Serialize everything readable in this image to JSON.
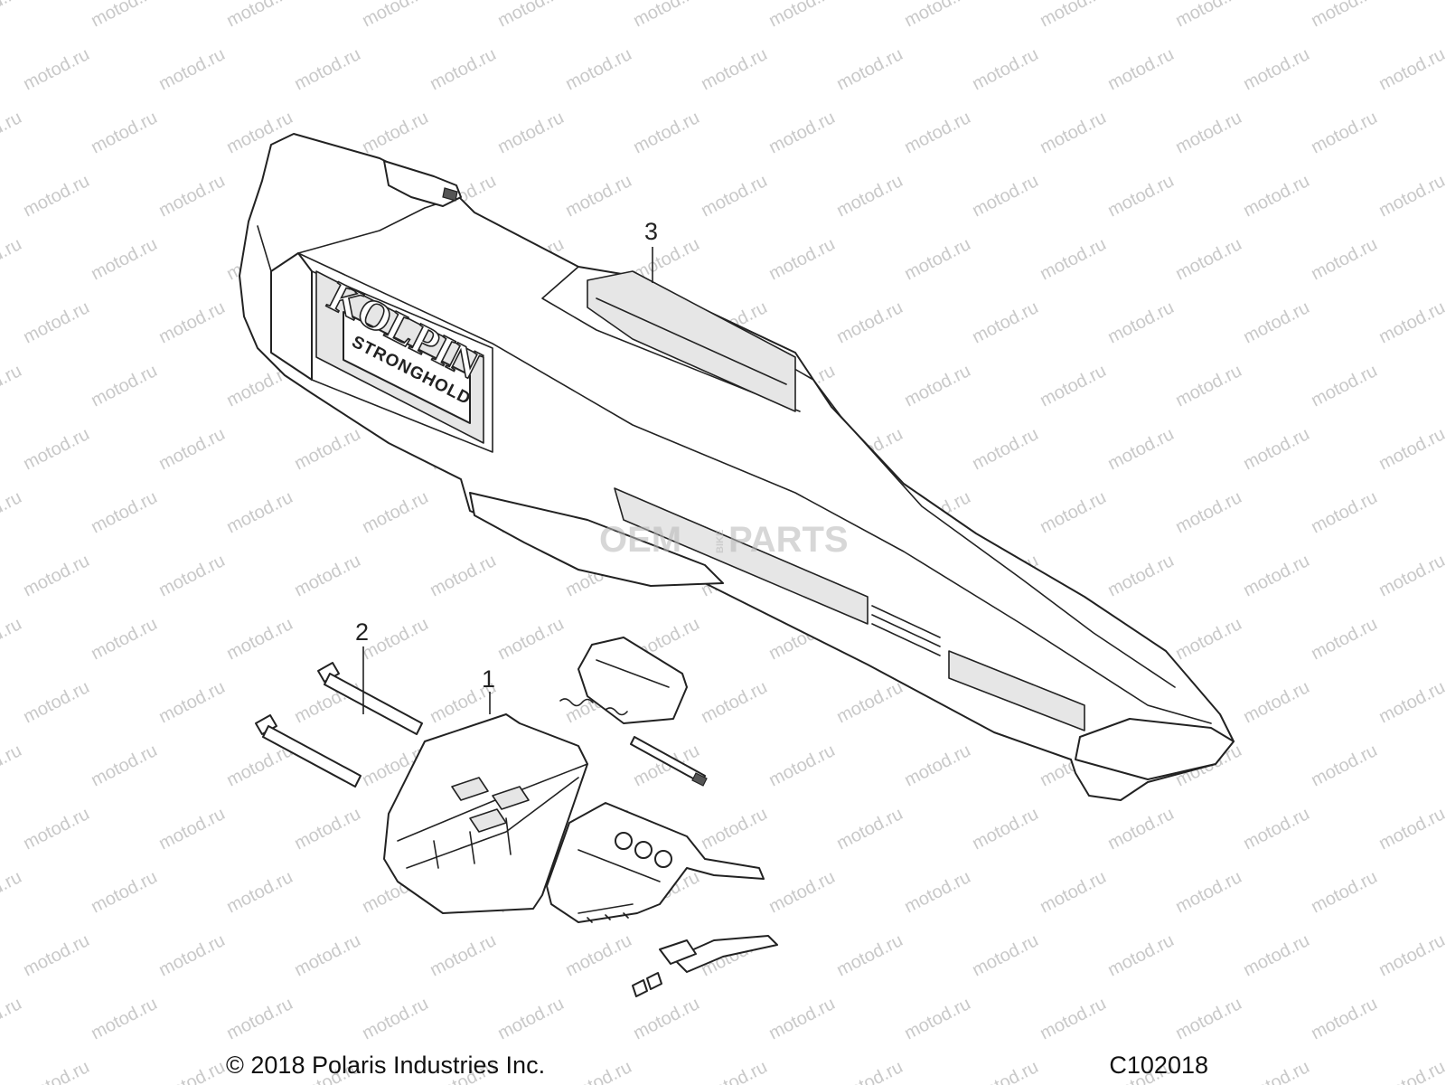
{
  "callouts": [
    {
      "id": "1",
      "label": "1"
    },
    {
      "id": "2",
      "label": "2"
    },
    {
      "id": "3",
      "label": "3"
    }
  ],
  "logo": {
    "brand": "KOLPIN",
    "product": "STRONGHOLD"
  },
  "watermark": {
    "site": "motod.ru",
    "brand_left": "OEM",
    "brand_mid": "BIKE",
    "brand_right": "PARTS"
  },
  "footer": {
    "copyright": "© 2018 Polaris Industries Inc.",
    "drawing_id": "C102018"
  },
  "colors": {
    "line": "#222222",
    "watermark": "#c9c9c9",
    "background": "#ffffff"
  }
}
